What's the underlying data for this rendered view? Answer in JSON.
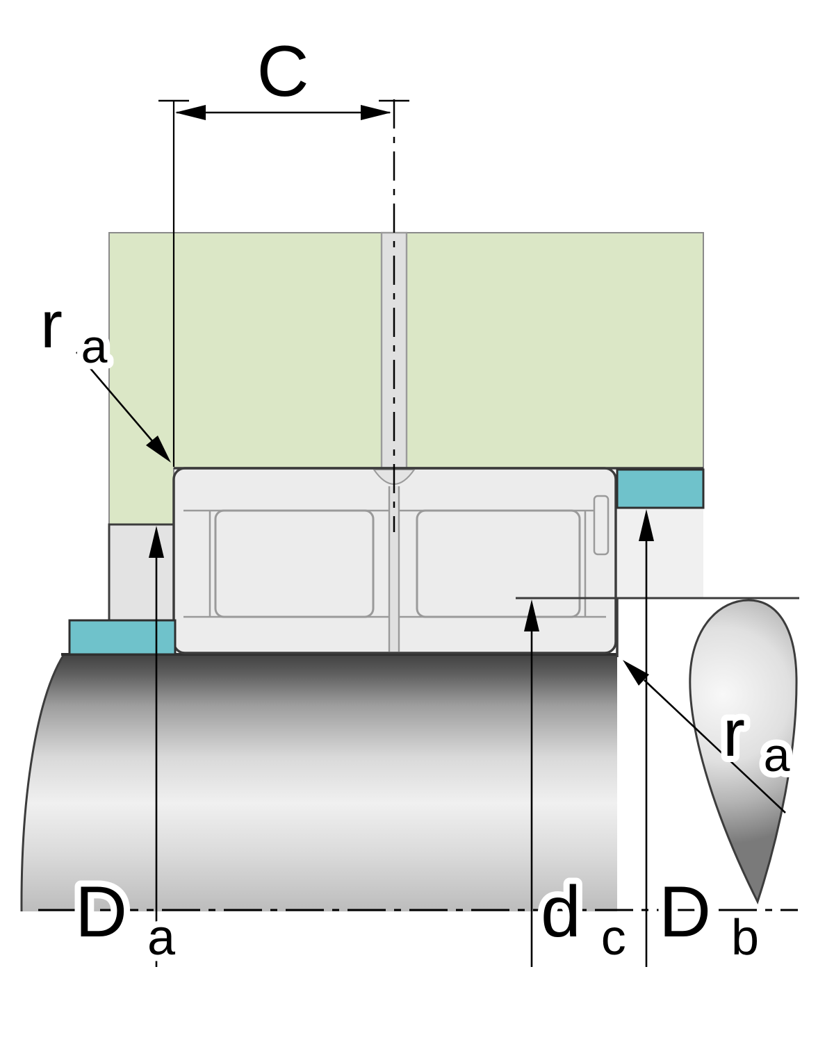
{
  "labels": {
    "c_dim": {
      "main": "C"
    },
    "ra_top": {
      "main": "r",
      "sub": "a"
    },
    "ra_bottom": {
      "main": "r",
      "sub": "a"
    },
    "da_dim": {
      "main": "D",
      "sub": "a"
    },
    "dc_dim": {
      "main": "d",
      "sub": "c"
    },
    "db_dim": {
      "main": "D",
      "sub": "b"
    }
  },
  "colors": {
    "housing_green": "#dbe7c6",
    "ring_teal": "#6fc2cb",
    "steel_light": "#ececec",
    "bore_gray": "#e0e0e0",
    "spacer_gray": "#e3e3e3",
    "outline_dark": "#3c3c3c"
  }
}
